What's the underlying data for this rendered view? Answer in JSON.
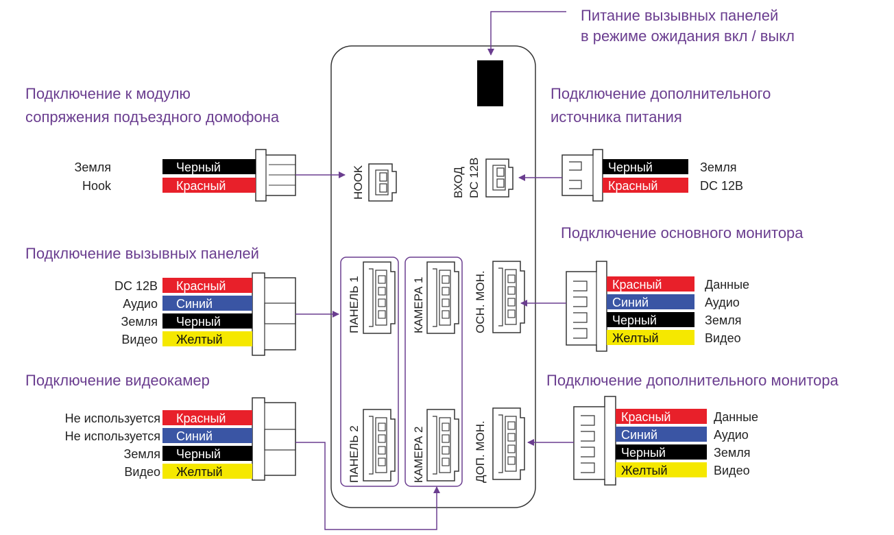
{
  "colors": {
    "accent": "#6a3d8f",
    "red": "#e8202a",
    "blue": "#3a55a4",
    "black": "#000000",
    "yellow": "#f5e800",
    "outline": "#333333"
  },
  "captions": {
    "standby_power": [
      "Питание вызывных панелей",
      "в режиме ожидания вкл / выкл"
    ],
    "intercom_module": [
      "Подключение к модулю",
      "сопряжения подъездного домофона"
    ],
    "extra_power": [
      "Подключение дополнительного",
      "источника питания"
    ],
    "main_monitor": "Подключение основного монитора",
    "call_panels": "Подключение вызывных панелей",
    "cameras": "Подключение видеокамер",
    "extra_monitor": "Подключение дополнительного монитора"
  },
  "sockets": {
    "hook": "HOOK",
    "dc_in": [
      "ВХОД",
      "DC 12В"
    ],
    "panel1": "ПАНЕЛЬ 1",
    "panel2": "ПАНЕЛЬ 2",
    "camera1": "КАМЕРА 1",
    "camera2": "КАМЕРА 2",
    "main_monitor": "ОСН. МОН.",
    "extra_monitor": "ДОП. МОН."
  },
  "wire_groups": {
    "hook": {
      "wires": [
        {
          "color": "black",
          "label": "Черный",
          "function": "Земля"
        },
        {
          "color": "red",
          "label": "Красный",
          "function": "Hook"
        }
      ]
    },
    "power": {
      "wires": [
        {
          "color": "black",
          "label": "Черный",
          "function": "Земля"
        },
        {
          "color": "red",
          "label": "Красный",
          "function": "DC 12В"
        }
      ]
    },
    "panels": {
      "wires": [
        {
          "color": "red",
          "label": "Красный",
          "function": "DC 12В"
        },
        {
          "color": "blue",
          "label": "Синий",
          "function": "Аудио"
        },
        {
          "color": "black",
          "label": "Черный",
          "function": "Земля"
        },
        {
          "color": "yellow",
          "label": "Желтый",
          "function": "Видео"
        }
      ]
    },
    "cameras": {
      "wires": [
        {
          "color": "red",
          "label": "Красный",
          "function": "Не используется"
        },
        {
          "color": "blue",
          "label": "Синий",
          "function": "Не используется"
        },
        {
          "color": "black",
          "label": "Черный",
          "function": "Земля"
        },
        {
          "color": "yellow",
          "label": "Желтый",
          "function": "Видео"
        }
      ]
    },
    "main_monitor": {
      "wires": [
        {
          "color": "red",
          "label": "Красный",
          "function": "Данные"
        },
        {
          "color": "blue",
          "label": "Синий",
          "function": "Аудио"
        },
        {
          "color": "black",
          "label": "Черный",
          "function": "Земля"
        },
        {
          "color": "yellow",
          "label": "Желтый",
          "function": "Видео"
        }
      ]
    },
    "extra_monitor": {
      "wires": [
        {
          "color": "red",
          "label": "Красный",
          "function": "Данные"
        },
        {
          "color": "blue",
          "label": "Синий",
          "function": "Аудио"
        },
        {
          "color": "black",
          "label": "Черный",
          "function": "Земля"
        },
        {
          "color": "yellow",
          "label": "Желтый",
          "function": "Видео"
        }
      ]
    }
  }
}
